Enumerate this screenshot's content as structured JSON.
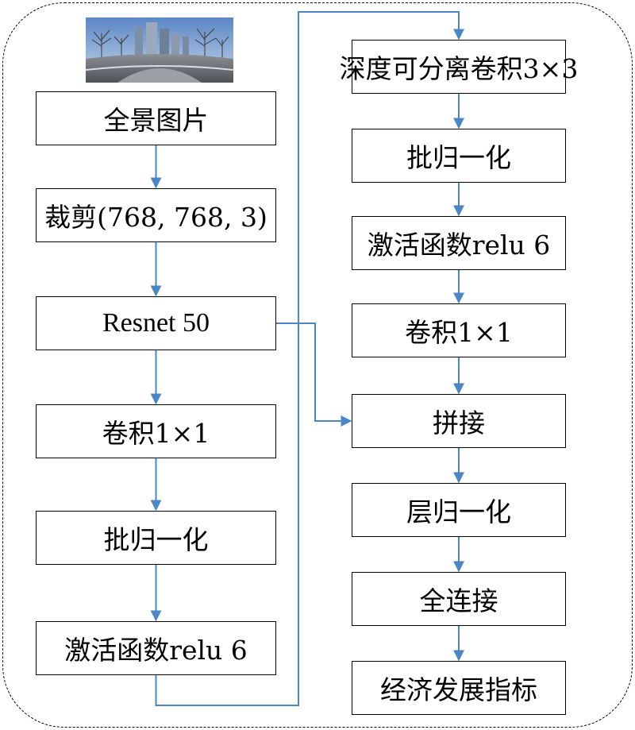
{
  "image": {
    "icon": "panorama-street-photo"
  },
  "left_column": [
    {
      "id": "panorama",
      "label": "全景图片"
    },
    {
      "id": "crop",
      "label": "裁剪(768, 768, 3)"
    },
    {
      "id": "resnet",
      "label": "Resnet 50"
    },
    {
      "id": "conv1x1-a",
      "label": "卷积1×1"
    },
    {
      "id": "bn-a",
      "label": "批归一化"
    },
    {
      "id": "relu6-a",
      "label": "激活函数relu 6"
    }
  ],
  "right_column": [
    {
      "id": "dwconv",
      "label": "深度可分离卷积3×3"
    },
    {
      "id": "bn-b",
      "label": "批归一化"
    },
    {
      "id": "relu6-b",
      "label": "激活函数relu 6"
    },
    {
      "id": "conv1x1-b",
      "label": "卷积1×1"
    },
    {
      "id": "concat",
      "label": "拼接"
    },
    {
      "id": "layernorm",
      "label": "层归一化"
    },
    {
      "id": "fc",
      "label": "全连接"
    },
    {
      "id": "output",
      "label": "经济发展指标"
    }
  ],
  "colors": {
    "arrow": "#4a86c8",
    "border": "#000000"
  }
}
